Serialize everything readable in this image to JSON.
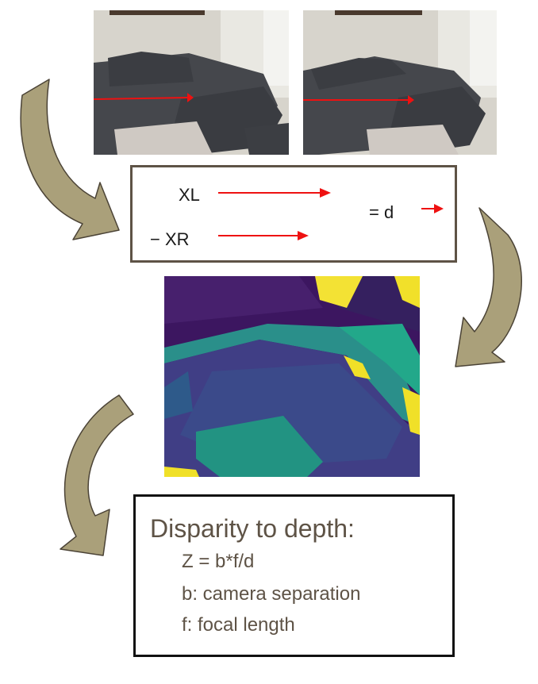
{
  "disparity_box": {
    "xl_label": "XL",
    "xr_label": "−  XR",
    "equals_label": "= d"
  },
  "depth_box": {
    "title": "Disparity to depth:",
    "lines": [
      "Z = b*f/d",
      "b: camera separation",
      "f: focal length"
    ]
  },
  "colors": {
    "arrow_fill": "#aaa07a",
    "arrow_stroke": "#4b4336",
    "red_arrow": "#ee1111",
    "box_border": "#5e5346",
    "depth_text": "#5e5346"
  },
  "icons": [
    "curved-arrow-icon",
    "red-arrow-icon"
  ]
}
